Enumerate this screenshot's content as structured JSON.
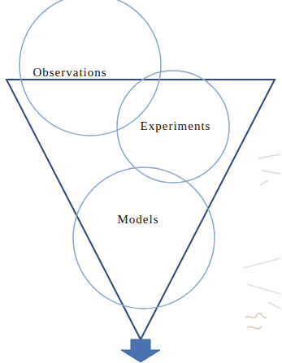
{
  "diagram": {
    "nodes": [
      {
        "text": [
          "Observations"
        ]
      },
      {
        "text": [
          "Experiments"
        ]
      },
      {
        "text": [
          "Models"
        ]
      }
    ]
  }
}
